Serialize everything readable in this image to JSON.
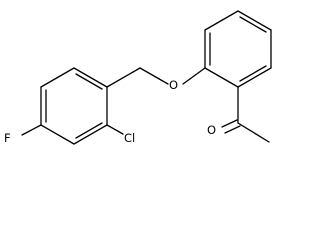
{
  "molecule": {
    "atoms": {
      "oxygen_ether": "O",
      "oxygen_carbonyl": "O",
      "chlorine": "Cl",
      "fluorine": "F"
    },
    "colors": {
      "bond": "#000000",
      "label": "#000000",
      "background": "#ffffff"
    }
  }
}
